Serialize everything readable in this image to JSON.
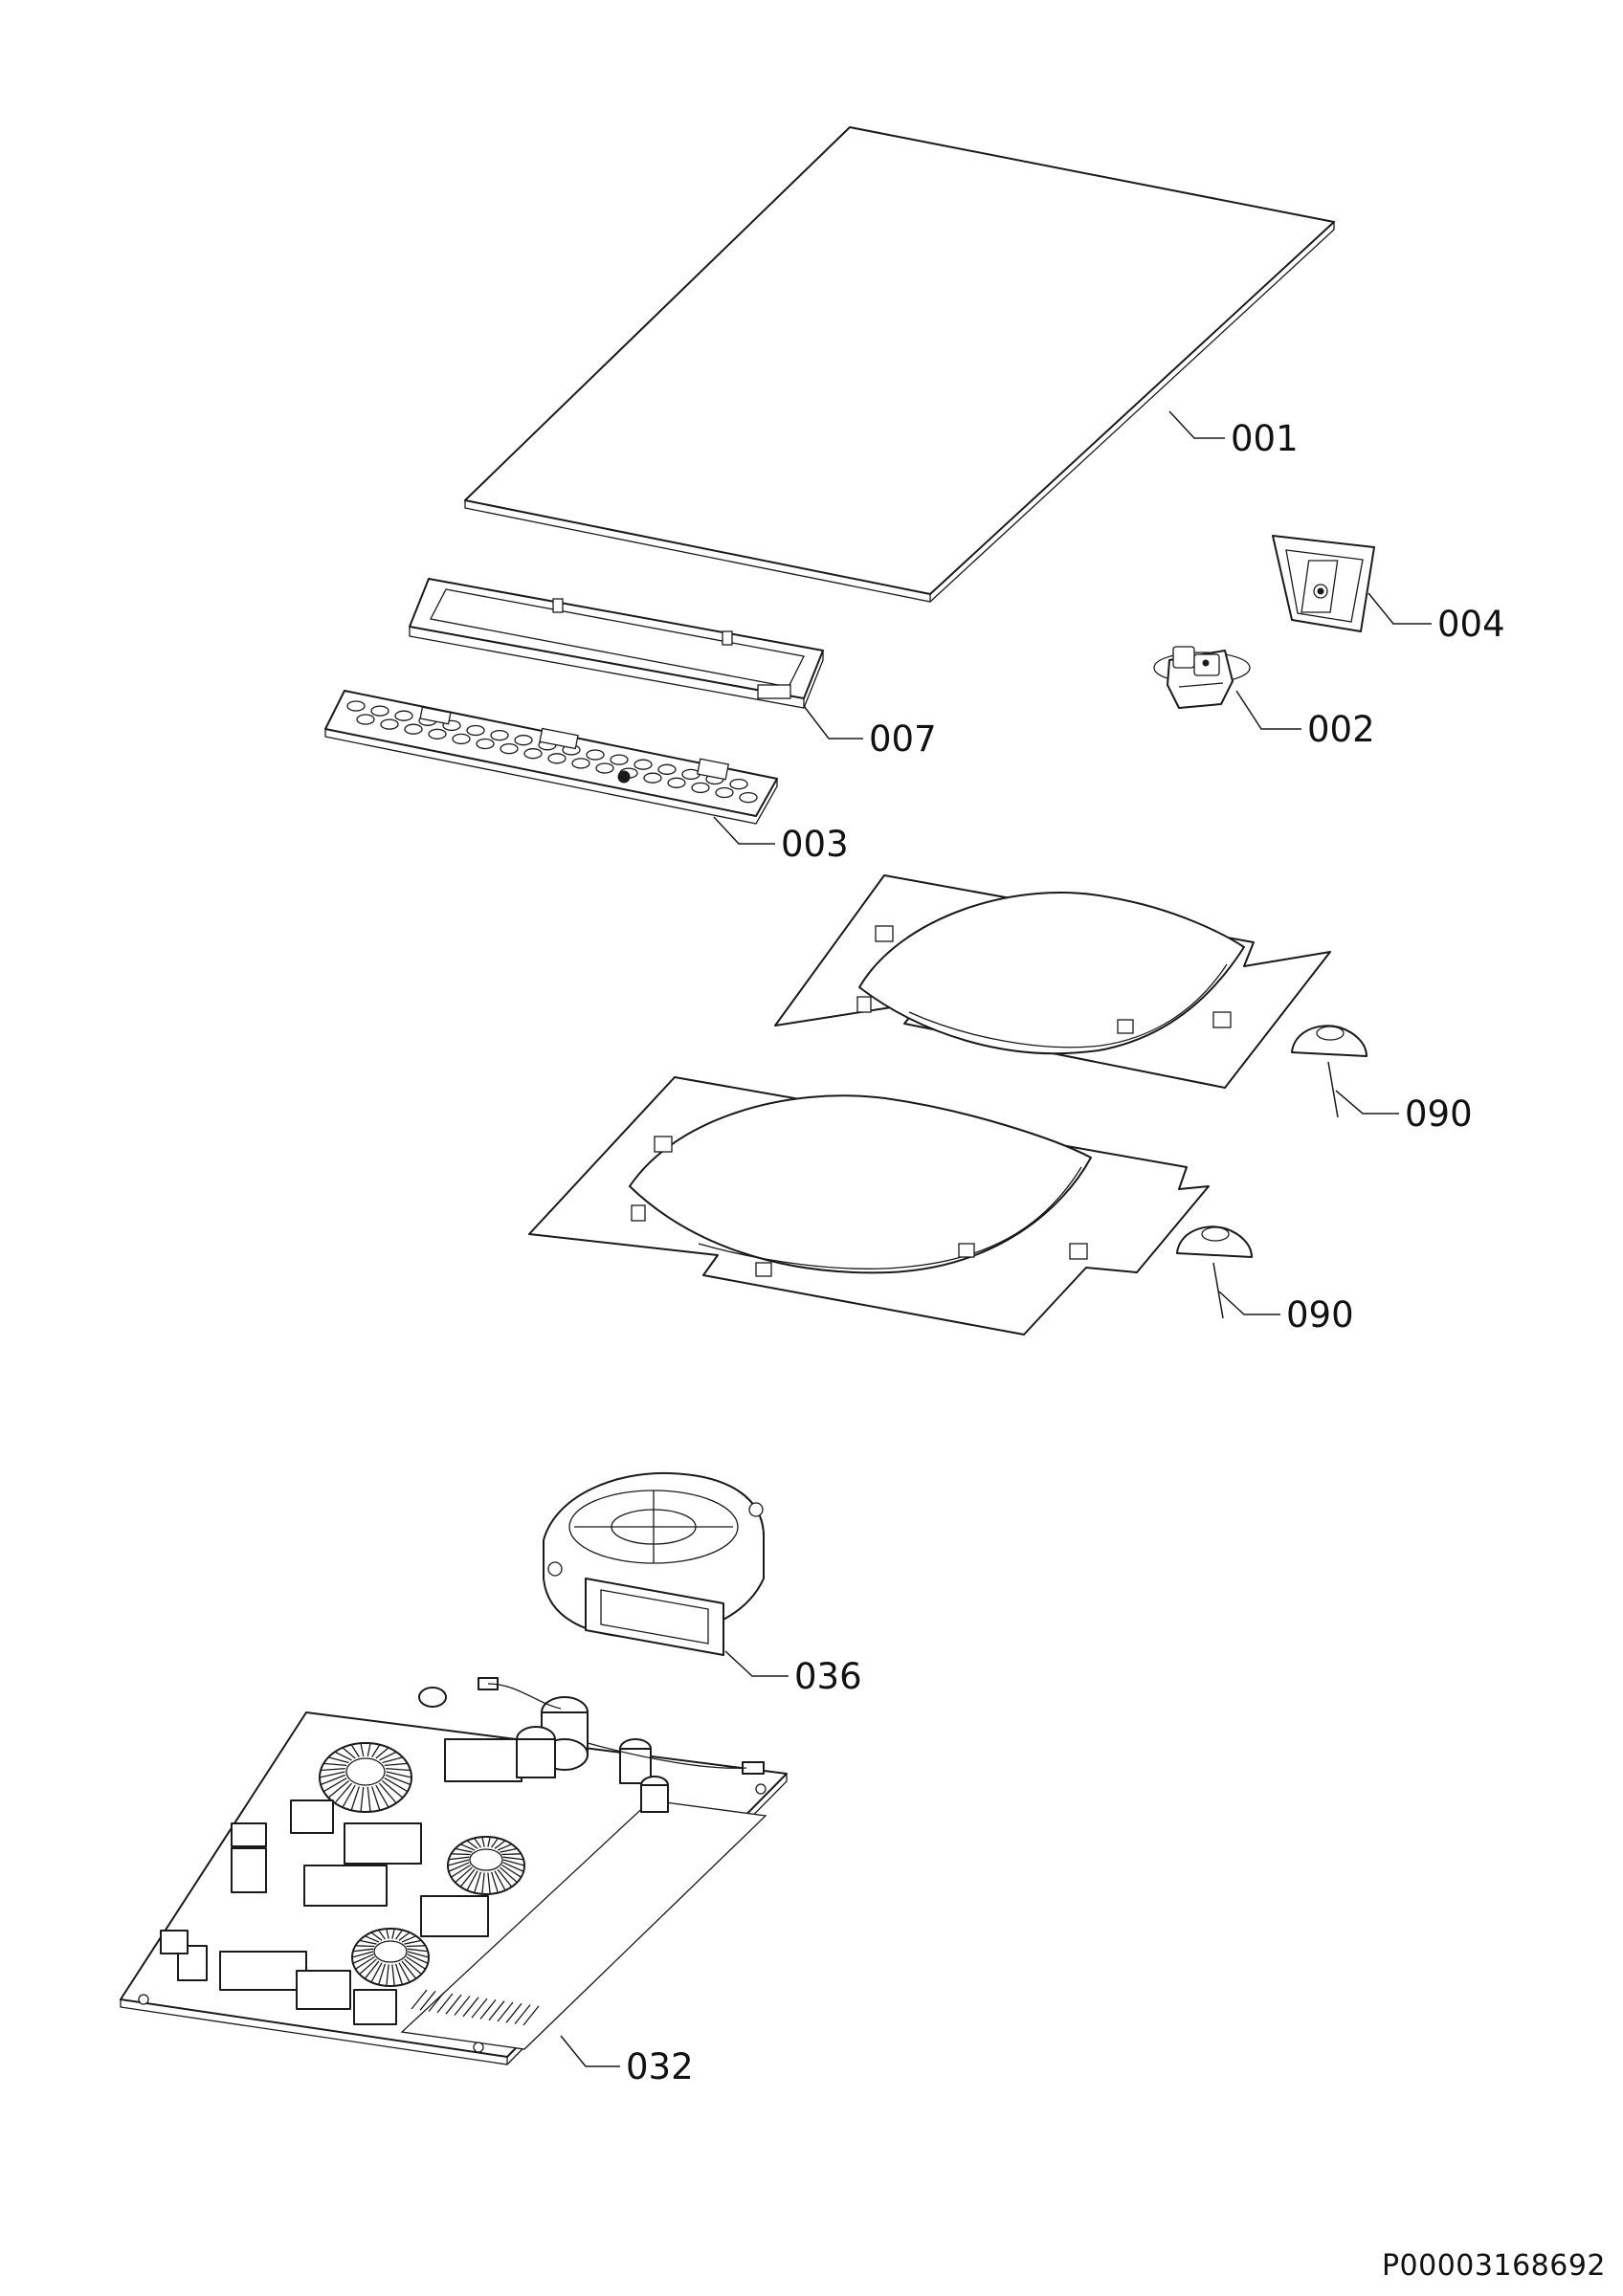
{
  "diagram": {
    "callouts": {
      "p001": "001",
      "p004": "004",
      "p002": "002",
      "p007": "007",
      "p003": "003",
      "p090a": "090",
      "p090b": "090",
      "p036": "036",
      "p032": "032"
    },
    "document_id": "P00003168692"
  }
}
